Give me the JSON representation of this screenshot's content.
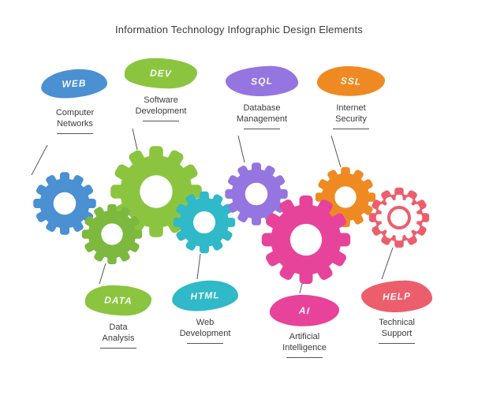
{
  "title": "Information Technology Infographic Design Elements",
  "top_items": [
    {
      "tag": "WEB",
      "label_line1": "Computer",
      "label_line2": "Networks",
      "color": "#4a90d2"
    },
    {
      "tag": "DEV",
      "label_line1": "Software",
      "label_line2": "Development",
      "color": "#8bc53f"
    },
    {
      "tag": "SQL",
      "label_line1": "Database",
      "label_line2": "Management",
      "color": "#9575e0"
    },
    {
      "tag": "SSL",
      "label_line1": "Internet",
      "label_line2": "Security",
      "color": "#ef8a22"
    }
  ],
  "bottom_items": [
    {
      "tag": "DATA",
      "label_line1": "Data",
      "label_line2": "Analysis",
      "color": "#8bc53f"
    },
    {
      "tag": "HTML",
      "label_line1": "Web",
      "label_line2": "Development",
      "color": "#2fb9c9"
    },
    {
      "tag": "AI",
      "label_line1": "Artificial",
      "label_line2": "Intelligence",
      "color": "#e8439a"
    },
    {
      "tag": "HELP",
      "label_line1": "Technical",
      "label_line2": "Support",
      "color": "#ed5e6c"
    }
  ],
  "gears": [
    {
      "name": "blue-gear",
      "color": "#4a90d2"
    },
    {
      "name": "large-green-gear",
      "color": "#8bc53f"
    },
    {
      "name": "small-green-gear",
      "color": "#7cb93e"
    },
    {
      "name": "teal-gear",
      "color": "#2fb9c9"
    },
    {
      "name": "purple-gear",
      "color": "#9575e0"
    },
    {
      "name": "pink-gear",
      "color": "#e8439a"
    },
    {
      "name": "orange-gear",
      "color": "#ef8a22"
    },
    {
      "name": "red-outline-gear",
      "color": "#ed5e6c"
    }
  ]
}
